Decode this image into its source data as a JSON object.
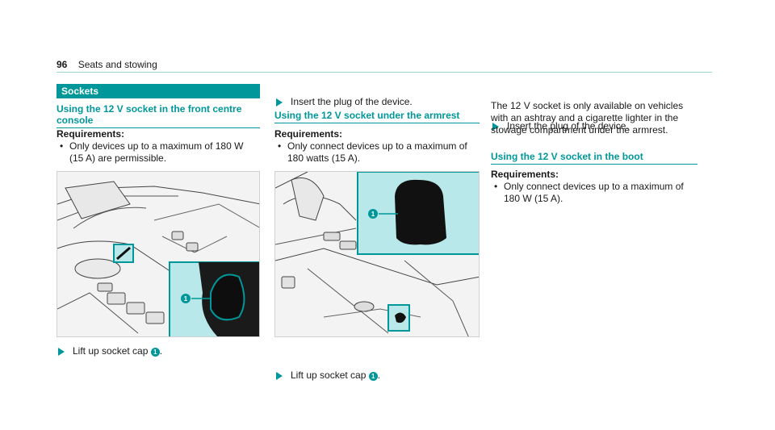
{
  "header": {
    "page_number": "96",
    "title": "Seats and stowing"
  },
  "col1": {
    "banner": "Sockets",
    "subhead": "Using the 12 V socket in the front centre console",
    "requirements_title": "Requirements:",
    "requirements": [
      "Only devices up to a maximum of 180 W (15 A) are permissible."
    ],
    "figure_callout": "1",
    "step_text": "Lift up socket cap",
    "step_callout": "1",
    "step_end": "."
  },
  "col2": {
    "step1_text": "Insert the plug of the device.",
    "subhead": "Using the 12 V socket under the armrest",
    "requirements_title": "Requirements:",
    "requirements": [
      "Only connect devices up to a maximum of 180 watts (15 A)."
    ],
    "figure_callout": "1",
    "step2_text": "Lift up socket cap",
    "step2_callout": "1",
    "step2_end": "."
  },
  "col3": {
    "step1_text": "Insert the plug of the device.",
    "paragraph": "The 12 V socket is only available on vehicles with an ashtray and a cigarette lighter in the stowage compartment under the armrest.",
    "subhead": "Using the 12 V socket in the boot",
    "requirements_title": "Requirements:",
    "requirements": [
      "Only connect devices up to a maximum of 180 W (15 A)."
    ]
  },
  "colors": {
    "accent": "#00979a",
    "callout_fill": "#b8e8ea",
    "bullet": "•"
  }
}
